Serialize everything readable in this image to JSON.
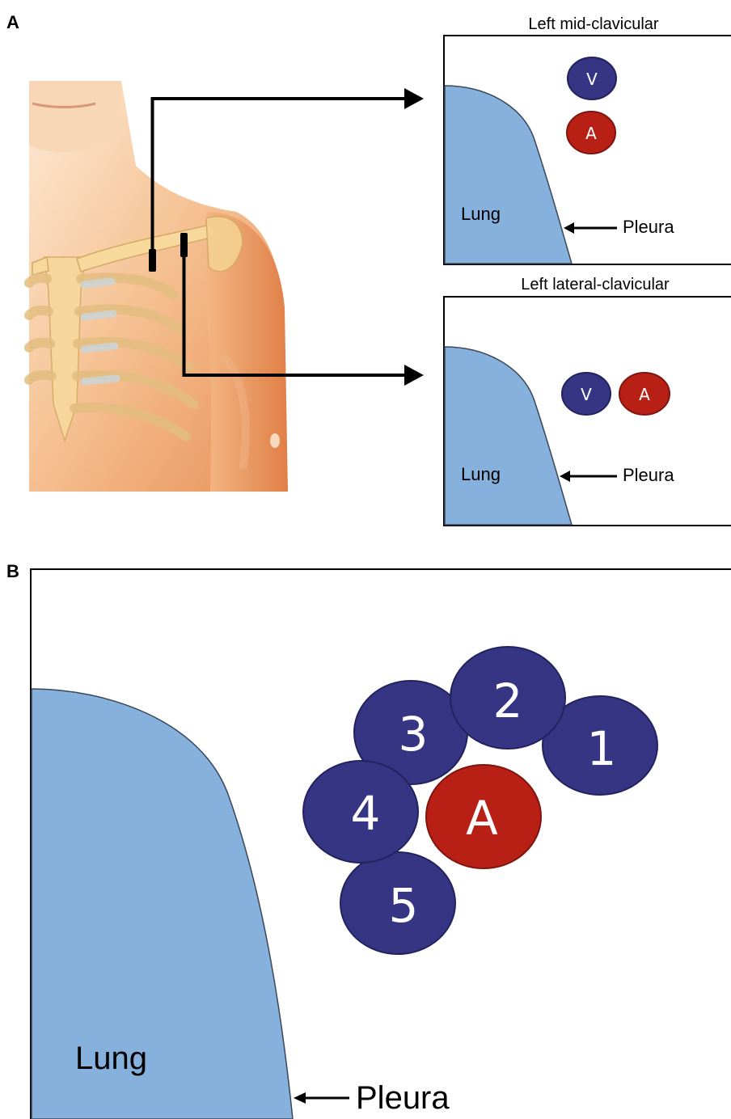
{
  "colors": {
    "lung": "#86b1dc",
    "vein": "#363584",
    "artery": "#b82016",
    "skin_light": "#fbe3c8",
    "skin_mid": "#f2b987",
    "skin_dark": "#e48c53",
    "bone": "#f5d493",
    "bone_shade": "#d9ae68"
  },
  "panel_a": {
    "label": "A",
    "probe_top": {
      "title": "Left mid-clavicular",
      "lung_label": "Lung",
      "pleura_label": "Pleura",
      "vein_label": "V",
      "artery_label": "A"
    },
    "probe_bottom": {
      "title": "Left lateral-clavicular",
      "lung_label": "Lung",
      "pleura_label": "Pleura",
      "vein_label": "V",
      "artery_label": "A"
    }
  },
  "panel_b": {
    "label": "B",
    "lung_label": "Lung",
    "pleura_label": "Pleura",
    "artery_label": "A",
    "veins": [
      "1",
      "2",
      "3",
      "4",
      "5"
    ]
  }
}
